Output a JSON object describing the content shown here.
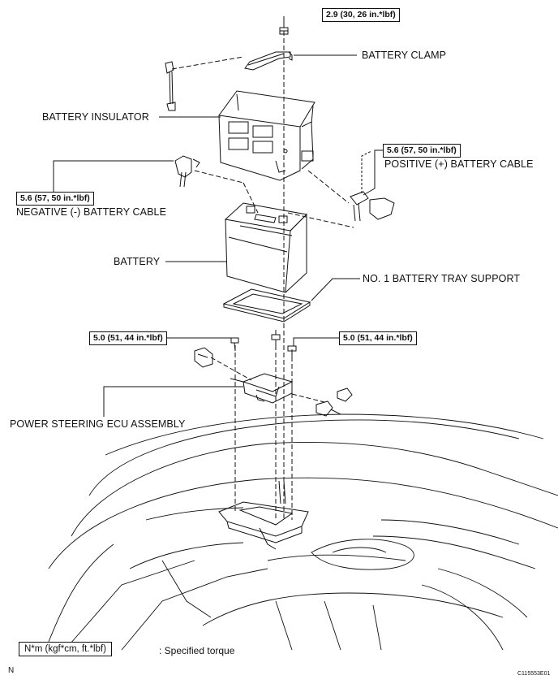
{
  "labels": {
    "battery_clamp": "BATTERY CLAMP",
    "battery_insulator": "BATTERY INSULATOR",
    "positive_cable": "POSITIVE (+) BATTERY CABLE",
    "negative_cable": "NEGATIVE (-) BATTERY CABLE",
    "battery": "BATTERY",
    "tray_support": "NO. 1 BATTERY TRAY SUPPORT",
    "ps_ecu": "POWER STEERING ECU ASSEMBLY"
  },
  "torques": {
    "clamp_nut": "2.9 (30, 26 in.*lbf)",
    "positive_terminal": "5.6 (57, 50 in.*lbf)",
    "negative_terminal": "5.6 (57, 50 in.*lbf)",
    "ecu_left": "5.0 (51, 44 in.*lbf)",
    "ecu_right": "5.0 (51, 44 in.*lbf)"
  },
  "legend": {
    "unit": "N*m (kgf*cm, ft.*lbf)",
    "description": ": Specified torque"
  },
  "corner_mark": "N",
  "figure_code": "C115553E01"
}
